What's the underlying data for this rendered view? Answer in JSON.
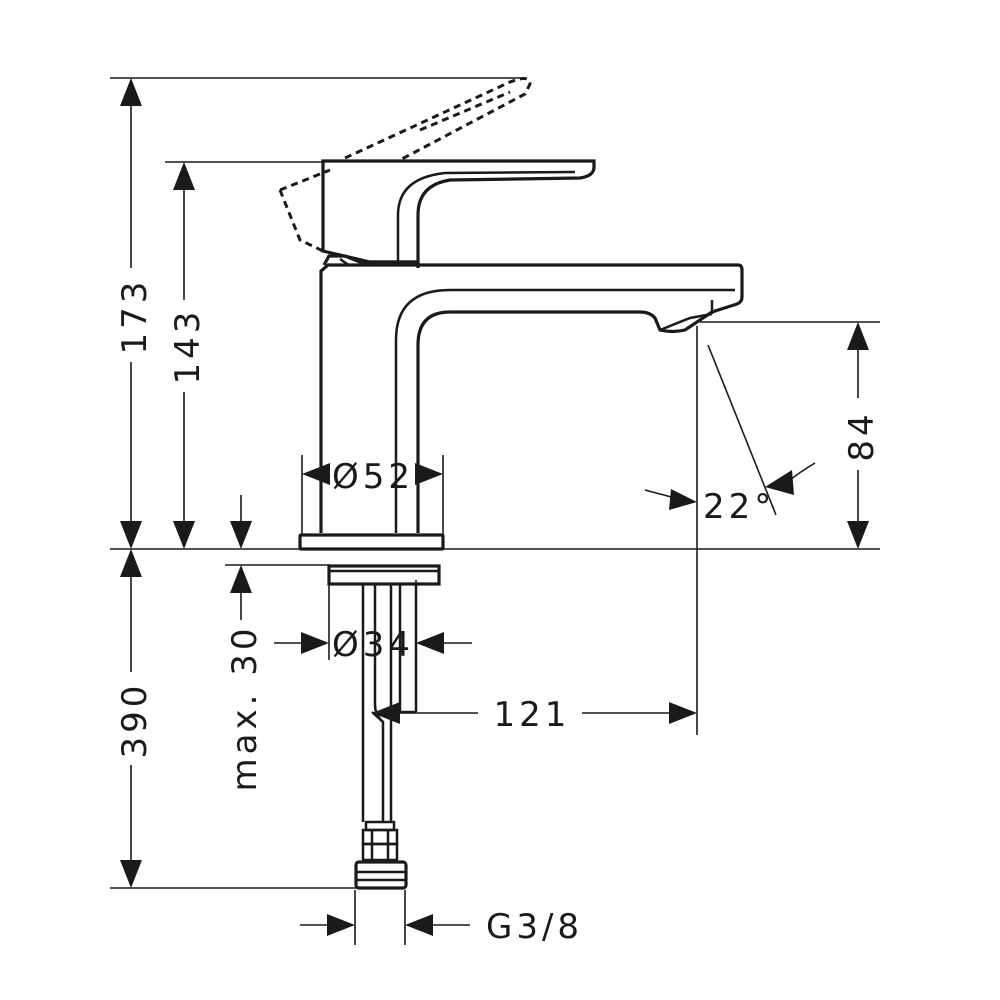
{
  "dimensions": {
    "overall_height": "173",
    "spout_height": "143",
    "aerator_height": "84",
    "base_diameter": "Ø52",
    "shank_diameter": "Ø34",
    "max_thickness": "max. 30",
    "hose_length": "390",
    "projection": "121",
    "spray_angle": "22°",
    "connection_thread": "G3/8"
  }
}
